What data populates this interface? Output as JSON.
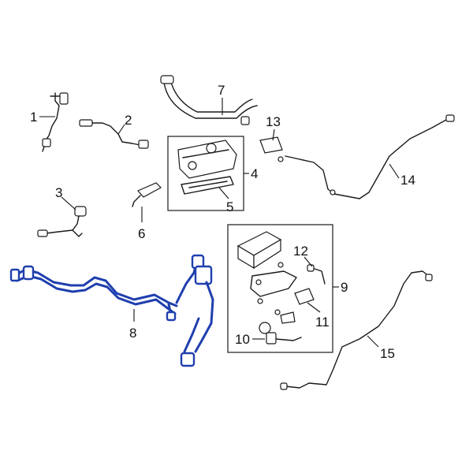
{
  "colors": {
    "highlight": "#1f3fae",
    "line": "#1a1a1a",
    "background": "#ffffff"
  },
  "callouts": {
    "c1": "1",
    "c2": "2",
    "c3": "3",
    "c4": "4",
    "c5": "5",
    "c6": "6",
    "c7": "7",
    "c8": "8",
    "c9": "9",
    "c10": "10",
    "c11": "11",
    "c12": "12",
    "c13": "13",
    "c14": "14",
    "c15": "15"
  },
  "highlighted_part": "8"
}
